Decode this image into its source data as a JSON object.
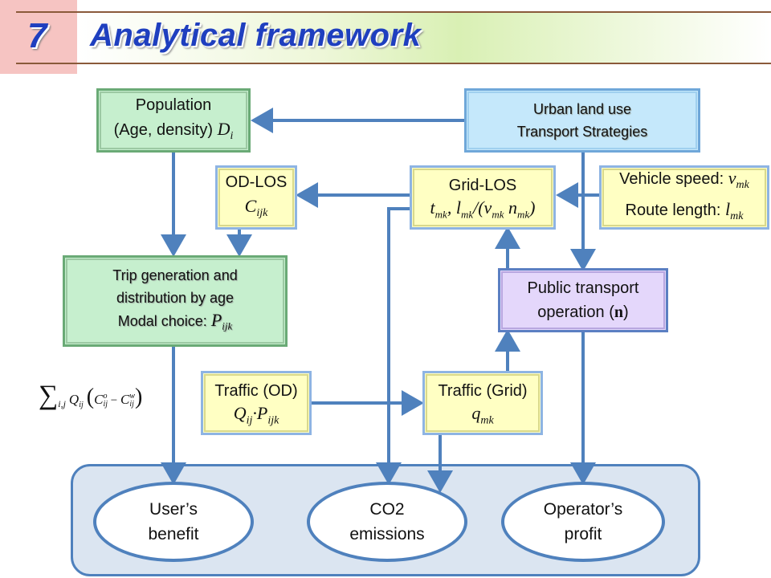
{
  "header": {
    "number": "7",
    "title": "Analytical framework"
  },
  "nodes": {
    "population": {
      "line1": "Population",
      "line2": "(Age, density)",
      "var": "D",
      "sub": "i"
    },
    "urban": {
      "line1": "Urban land use",
      "line2": "Transport Strategies"
    },
    "od_los": {
      "line1": "OD-LOS",
      "var": "C",
      "sub": "ijk"
    },
    "grid_los": {
      "line1": "Grid-LOS",
      "formula": "t",
      "f_sub1": "mk",
      "f_mid1": ", l",
      "f_sub2": "mk",
      "f_mid2": "/(v",
      "f_sub3": "mk",
      "f_mid3": " n",
      "f_sub4": "mk",
      "f_end": ")"
    },
    "vehicle": {
      "line1": "Vehicle speed:",
      "var1": "v",
      "sub1": "mk",
      "line2": "Route length:",
      "var2": "l",
      "sub2": "mk"
    },
    "trip": {
      "line1": "Trip generation and",
      "line2": "distribution by age",
      "line3": "Modal choice:",
      "var": "P",
      "sub": "ijk"
    },
    "public": {
      "line1": "Public transport",
      "line2": "operation (",
      "bold": "n",
      "line2_end": ")"
    },
    "traffic_od": {
      "line1": "Traffic (OD)",
      "var1": "Q",
      "sub1": "ij",
      "dot": "·",
      "var2": "P",
      "sub2": "ijk"
    },
    "traffic_grid": {
      "line1": "Traffic (Grid)",
      "var": "q",
      "sub": "mk"
    },
    "users": {
      "line1": "User’s",
      "line2": "benefit"
    },
    "co2": {
      "line1": "CO2",
      "line2": "emissions"
    },
    "operator": {
      "line1": "Operator’s",
      "line2": "profit"
    }
  },
  "formula": {
    "sum": "∑",
    "sum_sub": "i,j",
    "q": "Q",
    "q_sub": "ij",
    "open": "(",
    "c1": "C",
    "c1_sup": "o",
    "c1_sub": "ij",
    "minus": " − ",
    "c2": "C",
    "c2_sup": "w",
    "c2_sub": "ij",
    "close": ")"
  },
  "colors": {
    "arrow": "#4f81bd",
    "title": "#1f3fbf"
  }
}
